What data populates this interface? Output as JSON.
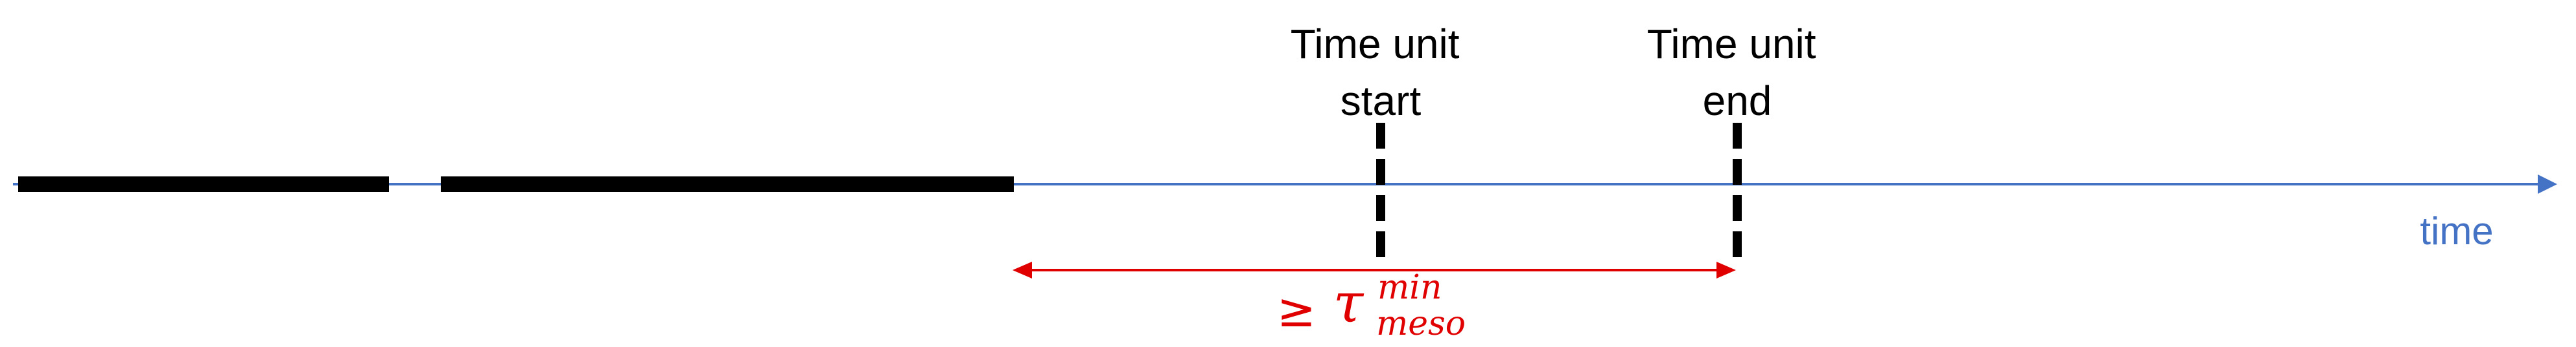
{
  "labels": {
    "time_unit_start": [
      "Time unit",
      "start"
    ],
    "time_unit_end": [
      "Time unit",
      "end"
    ],
    "axis": "time"
  },
  "annotation": {
    "relation": "≥",
    "symbol": "τ",
    "superscript": "min",
    "subscript": "meso"
  },
  "colors": {
    "axis": "#4472c4",
    "segments": "#000000",
    "markers": "#000000",
    "annotation": "#e00000"
  }
}
